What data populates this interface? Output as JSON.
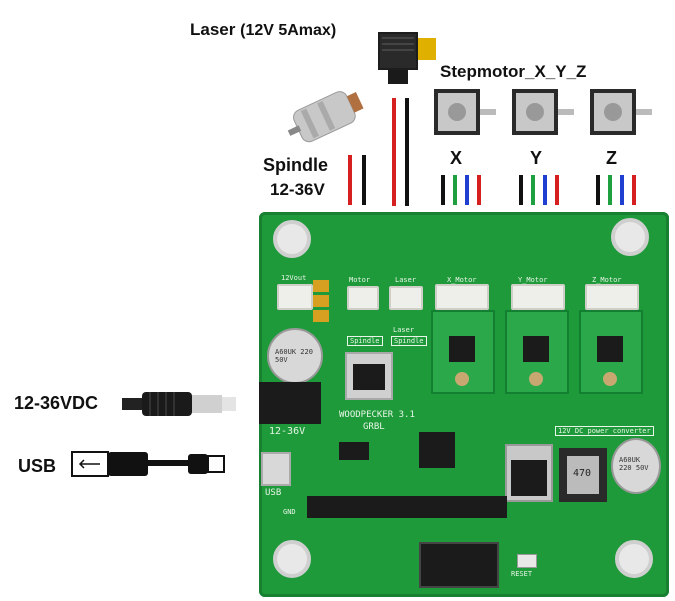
{
  "labels": {
    "laser_title": "Laser",
    "laser_spec": "(12V 5Amax)",
    "stepmotor": "Stepmotor_X_Y_Z",
    "x": "X",
    "y": "Y",
    "z": "Z",
    "spindle": "Spindle",
    "spindle_voltage": "12-36V",
    "dc_input": "12-36VDC",
    "usb": "USB"
  },
  "board_silkscreen": {
    "out_12v": "12Vout",
    "motor": "Motor",
    "laser": "Laser",
    "x_motor": "X_Motor",
    "y_motor": "Y_Motor",
    "z_motor": "Z_Motor",
    "spindle1": "Spindle",
    "laser2": "Laser",
    "spindle2": "Spindle",
    "woodpecker": "WOODPECKER 3.1",
    "grbl": "GRBL",
    "v12_36": "12-36V",
    "usb": "USB",
    "dc_conv": "12V DC power converter",
    "reset": "RESET",
    "gnd": "GND",
    "cap1": "A60UK 220 50V",
    "cap2": "A60UK 220 50V",
    "ind": "470"
  },
  "colors": {
    "board": "#1f9a3a",
    "wire_red": "#d62020",
    "wire_black": "#111111",
    "wire_green": "#1fa040",
    "wire_blue": "#1f3fd0"
  }
}
